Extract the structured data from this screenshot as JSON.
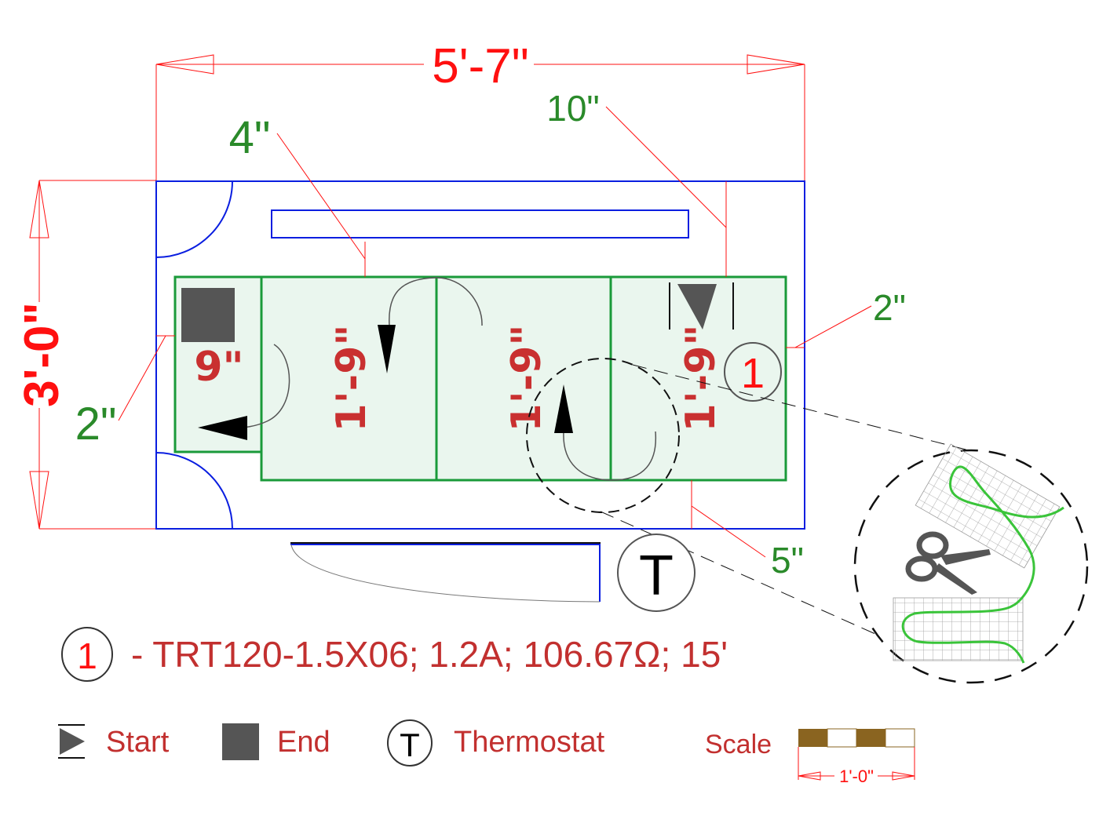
{
  "dimensions": {
    "overall_width": "5'-7\"",
    "overall_height": "3'-0\"",
    "offset_top_left": "4\"",
    "offset_top_right": "10\"",
    "offset_left": "2\"",
    "offset_right": "2\"",
    "offset_bottom": "5\""
  },
  "zones": [
    {
      "id": "zone-1",
      "label": "9\""
    },
    {
      "id": "zone-2",
      "label": "1'-9\""
    },
    {
      "id": "zone-3",
      "label": "1'-9\""
    },
    {
      "id": "zone-4",
      "label": "1'-9\""
    }
  ],
  "circuit": {
    "number": "1",
    "description": "- TRT120-1.5X06; 1.2A; 106.67Ω; 15'"
  },
  "thermostat": {
    "symbol": "T"
  },
  "legend": {
    "start_label": "Start",
    "end_label": "End",
    "thermostat_symbol": "T",
    "thermostat_label": "Thermostat",
    "scale_label": "Scale",
    "scale_value": "1'-0\""
  },
  "colors": {
    "wall": "#0a1ee0",
    "zone_border": "#1a9a3a",
    "zone_fill": "#eaf6ee",
    "dimension": "#ff1010",
    "offset_text": "#2a8a2a",
    "zone_text": "#c93030",
    "cable": "#3ac43a",
    "marker": "#555555",
    "scale_dark": "#8a6420"
  }
}
